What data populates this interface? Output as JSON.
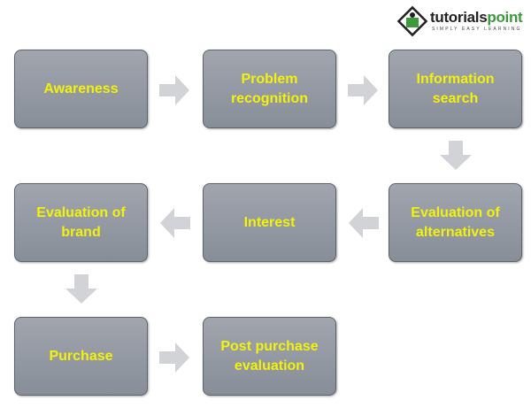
{
  "logo": {
    "name_dark": "tutorials",
    "name_green": "point",
    "tagline": "SIMPLY EASY LEARNING"
  },
  "steps": [
    {
      "label": "Awareness"
    },
    {
      "label": "Problem recognition"
    },
    {
      "label": "Information search"
    },
    {
      "label": "Evaluation of alternatives"
    },
    {
      "label": "Interest"
    },
    {
      "label": "Evaluation of brand"
    },
    {
      "label": "Purchase"
    },
    {
      "label": "Post purchase evaluation"
    }
  ],
  "colors": {
    "box": "#959aa3",
    "text": "#f2f20a",
    "arrow": "#d2d3d6"
  }
}
